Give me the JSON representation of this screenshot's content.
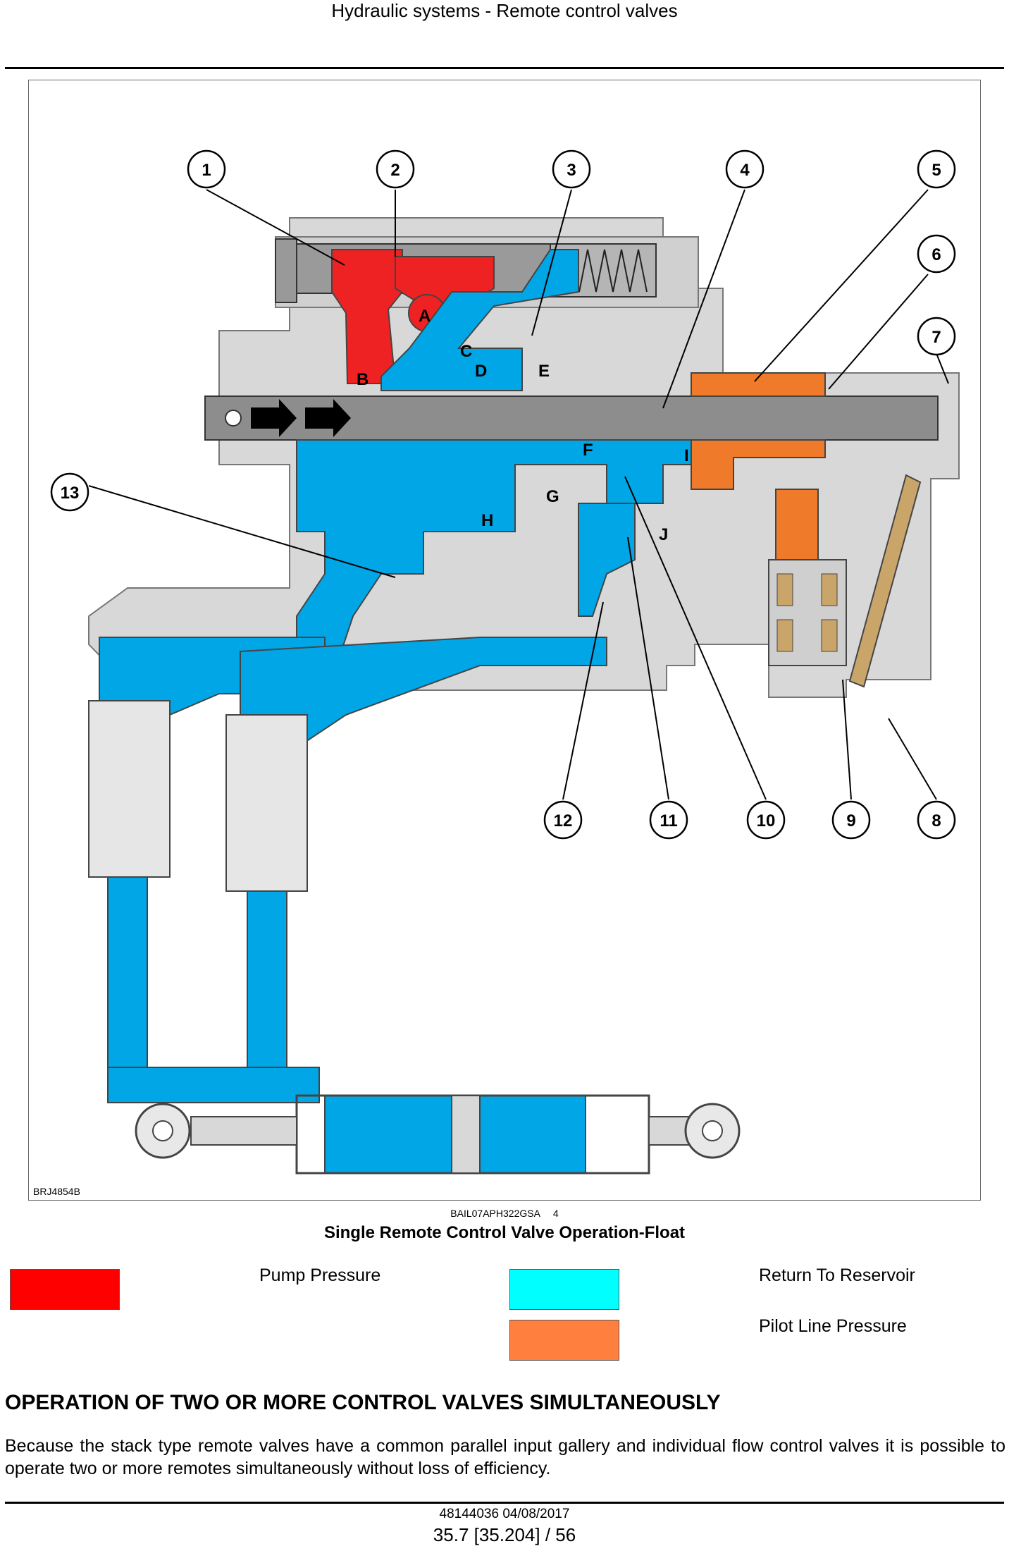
{
  "header": {
    "title": "Hydraulic systems - Remote control valves"
  },
  "figure": {
    "code": "BRJ4854B",
    "ref": "BAIL07APH322GSA",
    "ref_num": "4",
    "title": "Single Remote Control Valve Operation-Float",
    "callouts": [
      "1",
      "2",
      "3",
      "4",
      "5",
      "6",
      "7",
      "8",
      "9",
      "10",
      "11",
      "12",
      "13"
    ],
    "ports": [
      "A",
      "B",
      "C",
      "D",
      "E",
      "F",
      "G",
      "H",
      "I",
      "J"
    ]
  },
  "legend": [
    {
      "label": "Pump Pressure",
      "color": "#ff0000"
    },
    {
      "label": "Return To Reservoir",
      "color": "#00ffff"
    },
    {
      "label": "Pilot Line Pressure",
      "color": "#ff7f3f"
    }
  ],
  "colors": {
    "pump": "#ee2222",
    "return": "#00a6e6",
    "pilot": "#ef7a2a",
    "body": "#d4d4d4",
    "spool": "#8a8a8a"
  },
  "section": {
    "title": "OPERATION OF TWO OR MORE CONTROL VALVES SIMULTANEOUSLY",
    "body": "Because the stack type remote valves have a common parallel input gallery and individual flow control valves it is possible to operate two or more remotes simultaneously without loss of efficiency."
  },
  "footer": {
    "doc": "48144036 04/08/2017",
    "page": "35.7 [35.204] / 56"
  }
}
